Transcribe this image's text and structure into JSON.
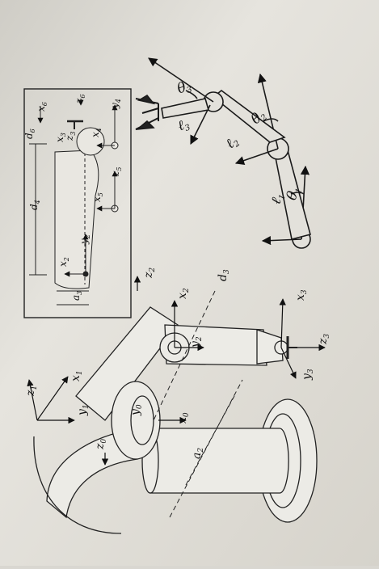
{
  "labels": {
    "z1": "z",
    "z1_sub": "1",
    "x1": "x",
    "x1_sub": "1",
    "y1": "y",
    "y1_sub": "1",
    "y0": "y",
    "y0_sub": "0",
    "z0": "z",
    "z0_sub": "0",
    "x0": "x",
    "x0_sub": "0",
    "a2": "a",
    "a2_sub": "2",
    "z2": "z",
    "z2_sub": "2",
    "x2": "x",
    "x2_sub": "2",
    "y2": "y",
    "y2_sub": "2",
    "d3": "d",
    "d3_sub": "3",
    "x3": "x",
    "x3_sub": "3",
    "y3": "y",
    "y3_sub": "3",
    "z3": "z",
    "z3_sub": "3"
  },
  "inset": {
    "d4": "d",
    "d4_sub": "4",
    "d6": "d",
    "d6_sub": "6",
    "x2": "x",
    "x2_sub": "2",
    "y2": "y",
    "y2_sub": "2",
    "a3": "a",
    "a3_sub": "3",
    "x3": "x",
    "x3_sub": "3",
    "z3": "z",
    "z3_sub": "3",
    "x4": "x",
    "x4_sub": "4",
    "x5": "x",
    "x5_sub": "5",
    "z5": "z",
    "z5_sub": "5",
    "y4": "y",
    "y4_sub": "4",
    "x6": "x",
    "x6_sub": "6",
    "z6": "z",
    "z6_sub": "6"
  },
  "sketch": {
    "l1": "ℓ",
    "l1_sub": "1",
    "l2": "ℓ",
    "l2_sub": "2",
    "l3": "ℓ",
    "l3_sub": "3",
    "th1": "θ",
    "th1_sub": "1",
    "th2": "θ",
    "th2_sub": "2",
    "th3": "θ",
    "th3_sub": "3"
  }
}
